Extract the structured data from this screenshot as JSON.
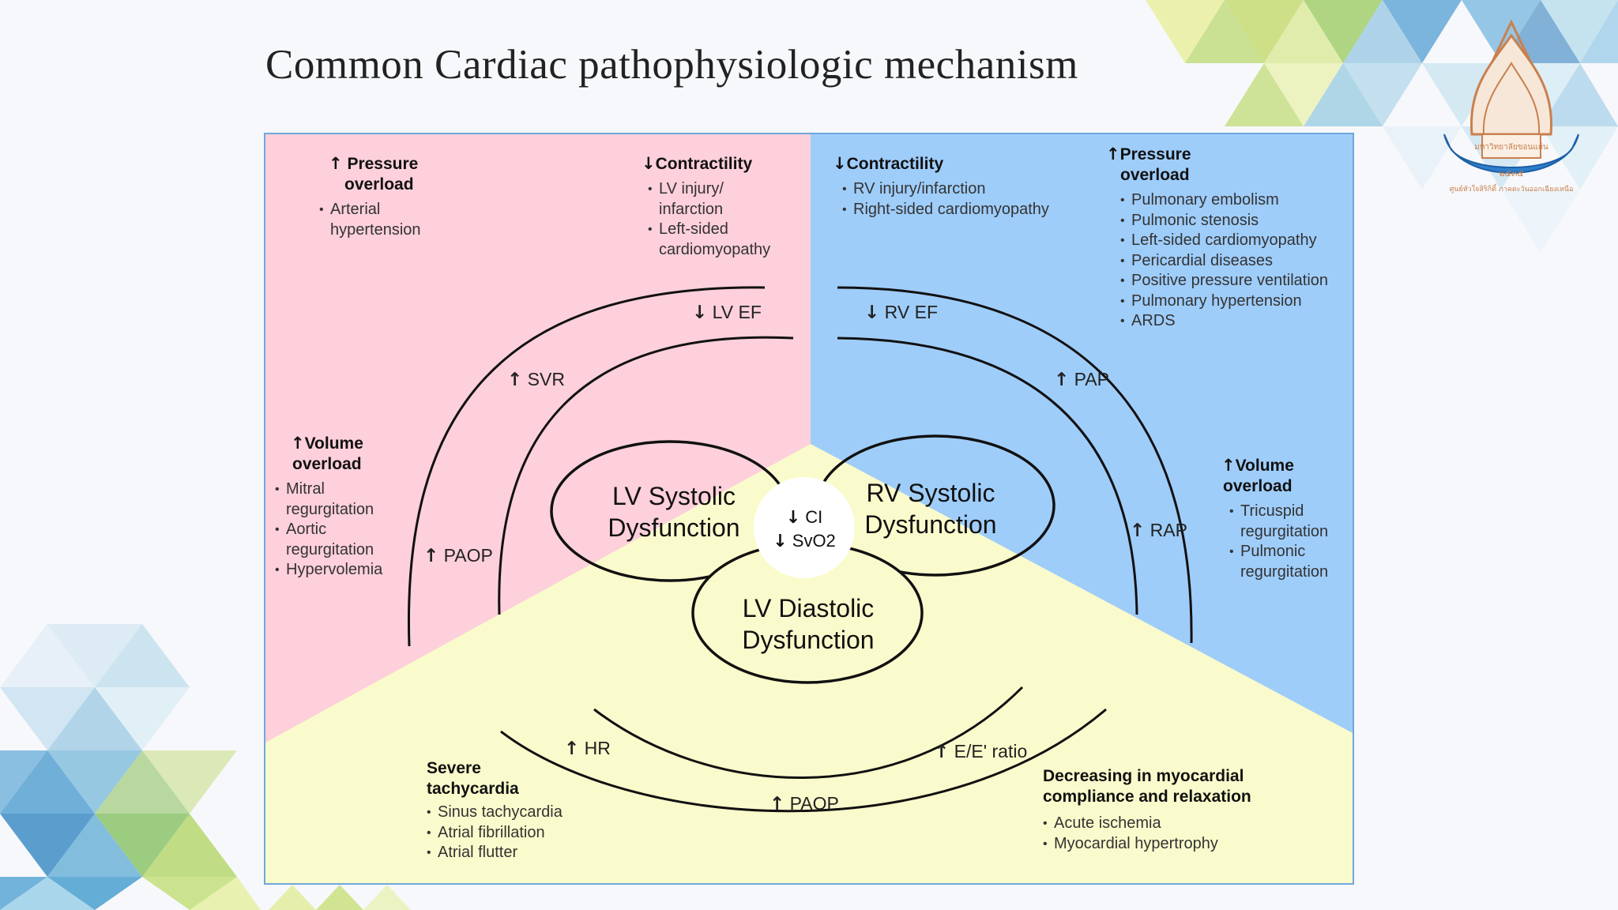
{
  "title": "Common Cardiac pathophysiologic mechanism",
  "colors": {
    "lv_region": "#fdd0db",
    "rv_region": "#9fcdfa",
    "diastolic_region": "#fafbcc",
    "border": "#6fa7dd",
    "logo": "#c9804e"
  },
  "logo": {
    "top_text": "มหาวิทยาลัยขอนแก่น",
    "year": "๒๕๓๕",
    "ribbon": "ศูนย์หัวใจสิริกิติ์ ภาคตะวันออกเฉียงเหนือ"
  },
  "circles": {
    "lv_systolic": {
      "line1": "LV Systolic",
      "line2": "Dysfunction"
    },
    "rv_systolic": {
      "line1": "RV Systolic",
      "line2": "Dysfunction"
    },
    "lv_diastolic": {
      "line1": "LV Diastolic",
      "line2": "Dysfunction"
    },
    "center": {
      "ci": "CI",
      "svo2": "SvO2"
    }
  },
  "params": {
    "lv_ef": "LV EF",
    "svr": "SVR",
    "paop_left": "PAOP",
    "rv_ef": "RV EF",
    "pap": "PAP",
    "rap": "RAP",
    "hr": "HR",
    "ee_ratio": "E/E' ratio",
    "paop_bottom": "PAOP"
  },
  "boxes": {
    "lv_pressure": {
      "title1": "Pressure",
      "title2": "overload",
      "items": [
        "Arterial\nhypertension"
      ]
    },
    "lv_contractility": {
      "title1": "Contractility",
      "items": [
        "LV injury/\ninfarction",
        "Left-sided\ncardiomyopathy"
      ]
    },
    "lv_volume": {
      "title1": "Volume",
      "title2": "overload",
      "items": [
        "Mitral\nregurgitation",
        "Aortic\nregurgitation",
        "Hypervolemia"
      ]
    },
    "rv_contractility": {
      "title1": "Contractility",
      "items": [
        "RV injury/infarction",
        "Right-sided cardiomyopathy"
      ]
    },
    "rv_pressure": {
      "title1": "Pressure",
      "title2": "overload",
      "items": [
        "Pulmonary embolism",
        "Pulmonic stenosis",
        "Left-sided cardiomyopathy",
        "Pericardial diseases",
        "Positive pressure ventilation",
        "Pulmonary hypertension",
        "ARDS"
      ]
    },
    "rv_volume": {
      "title1": "Volume",
      "title2": "overload",
      "items": [
        "Tricuspid\nregurgitation",
        "Pulmonic\nregurgitation"
      ]
    },
    "tachy": {
      "title1": "Severe",
      "title2": "tachycardia",
      "items": [
        "Sinus tachycardia",
        "Atrial fibrillation",
        "Atrial flutter"
      ]
    },
    "compliance": {
      "title1": "Decreasing in myocardial",
      "title2": "compliance and relaxation",
      "items": [
        "Acute ischemia",
        "Myocardial hypertrophy"
      ]
    }
  }
}
